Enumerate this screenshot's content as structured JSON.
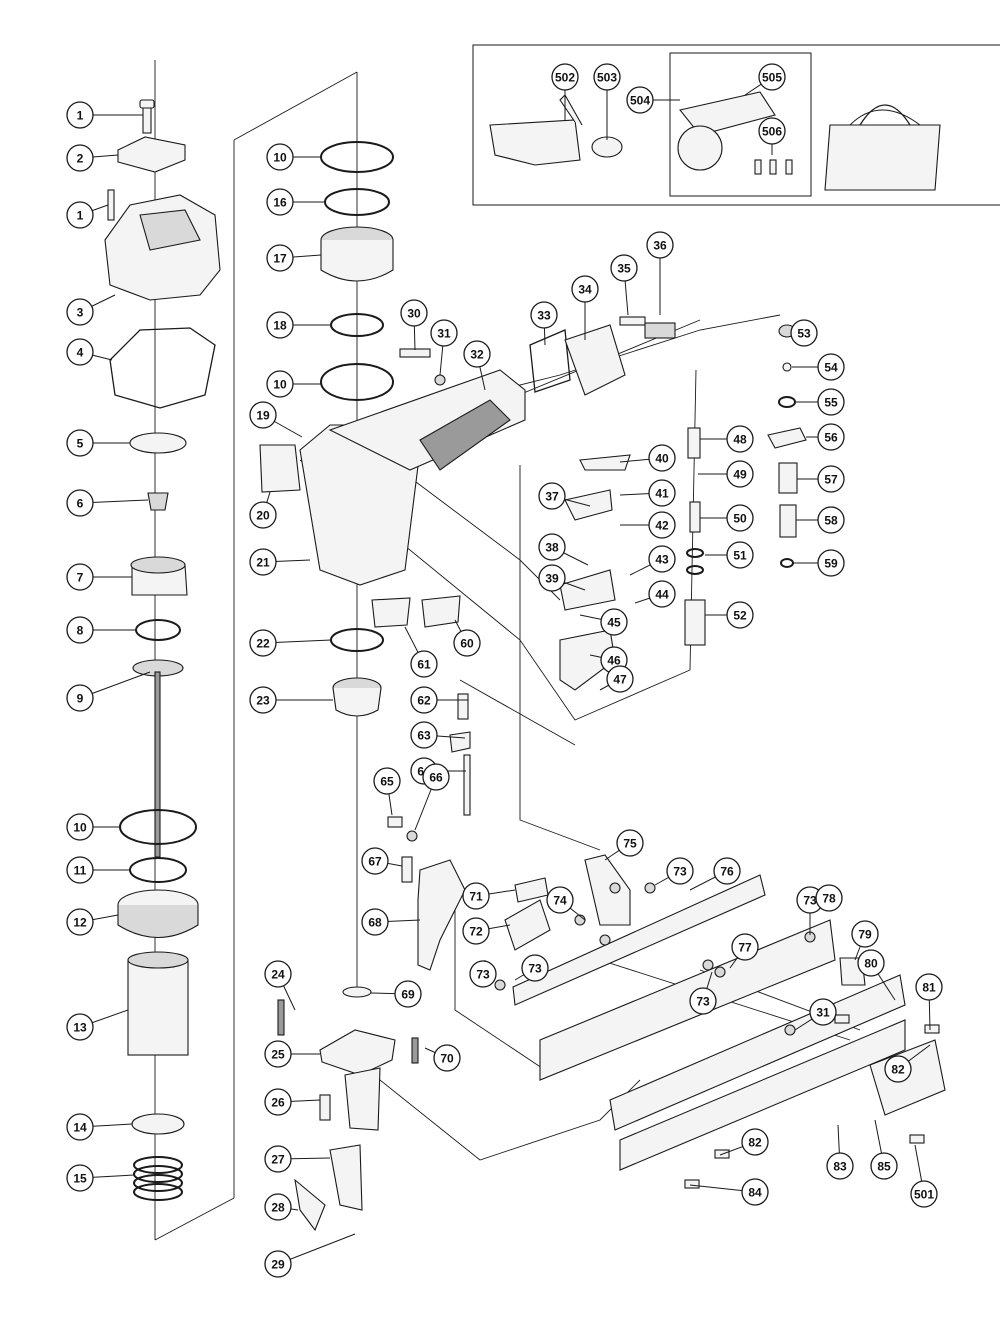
{
  "diagram": {
    "type": "exploded-parts-diagram",
    "callouts": [
      "1",
      "2",
      "1",
      "3",
      "4",
      "5",
      "6",
      "7",
      "8",
      "9",
      "10",
      "11",
      "12",
      "13",
      "14",
      "15",
      "10",
      "16",
      "17",
      "18",
      "10",
      "19",
      "20",
      "21",
      "22",
      "23",
      "24",
      "25",
      "26",
      "27",
      "28",
      "29",
      "30",
      "31",
      "32",
      "33",
      "34",
      "35",
      "36",
      "37",
      "38",
      "39",
      "40",
      "41",
      "42",
      "43",
      "44",
      "45",
      "46",
      "47",
      "48",
      "49",
      "50",
      "51",
      "52",
      "53",
      "54",
      "55",
      "56",
      "57",
      "58",
      "59",
      "60",
      "61",
      "62",
      "63",
      "64",
      "65",
      "66",
      "67",
      "68",
      "69",
      "70",
      "71",
      "72",
      "73",
      "73",
      "73",
      "73",
      "73",
      "31",
      "74",
      "75",
      "76",
      "77",
      "78",
      "79",
      "80",
      "81",
      "82",
      "82",
      "83",
      "84",
      "85",
      "31",
      "501",
      "502",
      "503",
      "504",
      "505",
      "506"
    ]
  }
}
